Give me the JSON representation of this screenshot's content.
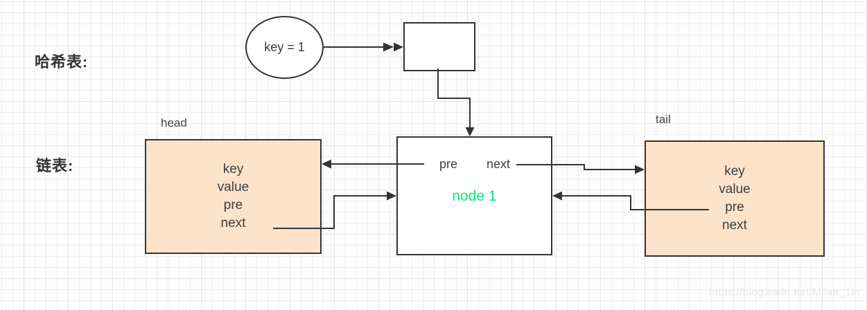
{
  "section_labels": {
    "hash_table": "哈希表:",
    "linked_list": "链表:"
  },
  "hash_entry": {
    "key_text": "key = 1"
  },
  "head_node": {
    "label": "head",
    "fields": [
      "key",
      "value",
      "pre",
      "next"
    ]
  },
  "tail_node": {
    "label": "tail",
    "fields": [
      "key",
      "value",
      "pre",
      "next"
    ]
  },
  "center_node": {
    "pre_label": "pre",
    "next_label": "next",
    "title": "node 1"
  },
  "edges": [
    {
      "from": "key-ellipse",
      "to": "hash-bucket"
    },
    {
      "from": "hash-bucket",
      "to": "center-node-top"
    },
    {
      "from": "center-node-pre",
      "to": "head-node"
    },
    {
      "from": "head-node-next",
      "to": "center-node"
    },
    {
      "from": "center-node-next",
      "to": "tail-node"
    },
    {
      "from": "tail-node-pre",
      "to": "center-node"
    }
  ],
  "watermark": "https://blog.csdn.net/Milan_1in",
  "colors": {
    "stroke_dark": "#333333",
    "node_fill_peach": "#fce3ca",
    "node_title_green": "#0ae67a",
    "watermark_gray": "#e7e7e7"
  }
}
